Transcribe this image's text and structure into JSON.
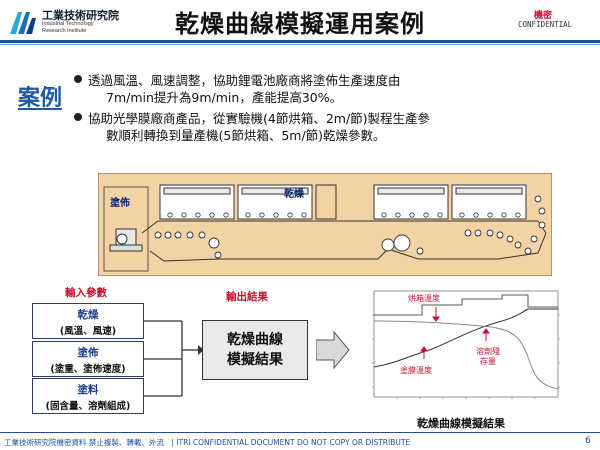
{
  "header": {
    "org_name": "工業技術研究院",
    "org_en_1": "Industrial Technology",
    "org_en_2": "Research Institute",
    "title": "乾燥曲線模擬運用案例",
    "confidential_zh": "機密",
    "confidential_en": "CONFIDENTIAL"
  },
  "case": {
    "label": "案例",
    "bullets": [
      {
        "lines": [
          "透過風溫、風速調整，協助鋰電池廠商將塗佈生產速度由",
          "7m/min提升為9m/min，產能提高30%。"
        ]
      },
      {
        "lines": [
          "協助光學膜廠商產品，從實驗機(4節烘箱、2m/節)製程生產參",
          "數順利轉換到量產機(5節烘箱、5m/節)乾燥參數。"
        ]
      }
    ]
  },
  "machine": {
    "coating_label": "塗佈",
    "drying_label": "乾燥"
  },
  "flow": {
    "input_title": "輸入參數",
    "output_title": "輸出結果",
    "inputs": [
      {
        "heading": "乾燥",
        "detail": "(風溫、風速)"
      },
      {
        "heading": "塗佈",
        "detail": "(塗重、塗佈速度)"
      },
      {
        "heading": "塗料",
        "detail": "(固含量、溶劑組成)"
      }
    ],
    "result_line1": "乾燥曲線",
    "result_line2": "模擬結果"
  },
  "graph": {
    "annotation_oven_temp": "烘箱溫度",
    "annotation_film_temp": "塗膜溫度",
    "annotation_solvent_1": "溶劑殘",
    "annotation_solvent_2": "存量",
    "caption": "乾燥曲線模擬結果"
  },
  "footer": {
    "text": "工業技術研究院機密資料 禁止複製、轉載、外流　| ITRI CONFIDENTIAL DOCUMENT DO NOT COPY OR DISTRIBUTE",
    "page_number": "6"
  },
  "colors": {
    "accent_blue": "#1a5aa8",
    "accent_red": "#c8102e",
    "machine_bg": "#f3d3a4"
  }
}
